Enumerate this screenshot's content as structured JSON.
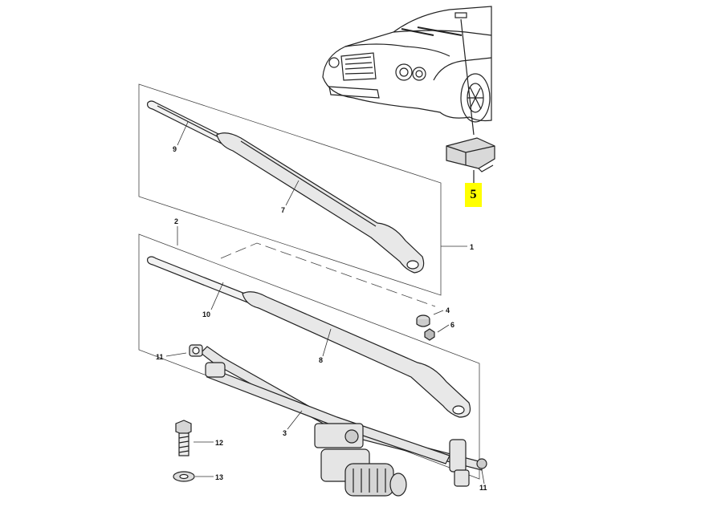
{
  "diagram": {
    "highlight_color": "#ffff00",
    "line_color": "#222222",
    "highlighted_part": "5",
    "labels": {
      "p1": "1",
      "p2": "2",
      "p3": "3",
      "p4": "4",
      "p6": "6",
      "p7": "7",
      "p8": "8",
      "p9": "9",
      "p10": "10",
      "p11_left": "11",
      "p11_right": "11",
      "p12": "12",
      "p13": "13"
    }
  }
}
